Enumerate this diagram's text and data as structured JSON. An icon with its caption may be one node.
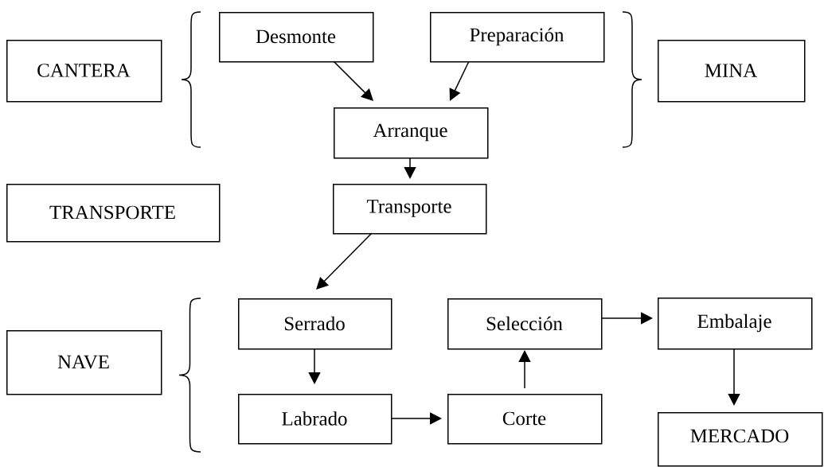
{
  "diagram": {
    "nodes": [
      {
        "text": [
          "CANTERA"
        ]
      },
      {
        "text": [
          "Desmonte"
        ]
      },
      {
        "text": [
          "Preparación"
        ]
      },
      {
        "text": [
          "MINA"
        ]
      },
      {
        "text": [
          "Arranque"
        ]
      },
      {
        "text": [
          "TRANSPORTE"
        ]
      },
      {
        "text": [
          "Transporte"
        ]
      },
      {
        "text": [
          "NAVE"
        ]
      },
      {
        "text": [
          "Serrado"
        ]
      },
      {
        "text": [
          "Selección"
        ]
      },
      {
        "text": [
          "Embalaje"
        ]
      },
      {
        "text": [
          "Labrado"
        ]
      },
      {
        "text": [
          "Corte"
        ]
      },
      {
        "text": [
          "MERCADO"
        ]
      }
    ],
    "edges": [
      {
        "from": 1,
        "to": 4,
        "arrow": "to"
      },
      {
        "from": 2,
        "to": 4,
        "arrow": "to"
      },
      {
        "from": 4,
        "to": 6,
        "arrow": "to"
      },
      {
        "from": 6,
        "to": null,
        "arrow": "to"
      },
      {
        "from": 8,
        "to": 11,
        "arrow": "to"
      },
      {
        "from": 11,
        "to": 12,
        "arrow": "to"
      },
      {
        "from": 12,
        "to": 9,
        "arrow": "to"
      },
      {
        "from": 9,
        "to": 10,
        "arrow": "to"
      },
      {
        "from": 10,
        "to": 13,
        "arrow": "to"
      }
    ]
  }
}
